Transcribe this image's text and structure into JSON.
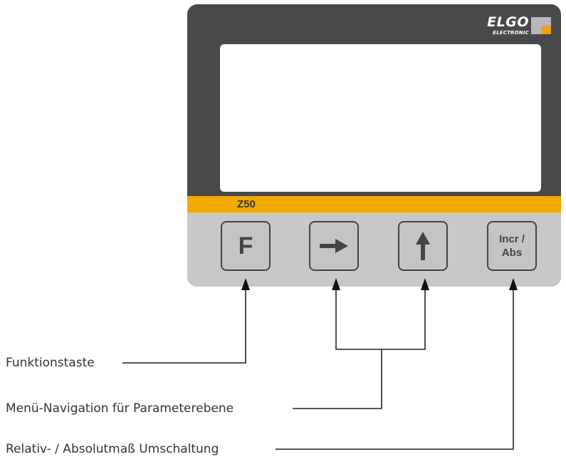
{
  "brand": {
    "name": "ELGO",
    "sub": "ELECTRONIC",
    "accent": "#f39c17",
    "grey": "#b8b8b8"
  },
  "device": {
    "model": "Z50",
    "body_color": "#48494b",
    "band_color": "#f2a900",
    "panel_color": "#c8c8c8"
  },
  "keys": {
    "function": "F",
    "right_icon": "arrow-right-icon",
    "up_icon": "arrow-up-icon",
    "incr_line1": "Incr /",
    "incr_line2": "Abs"
  },
  "callouts": {
    "function": "Funktionstaste",
    "navigation": "Menü-Navigation für Parameterebene",
    "incr_abs": "Relativ- / Absolutmaß Umschaltung"
  }
}
